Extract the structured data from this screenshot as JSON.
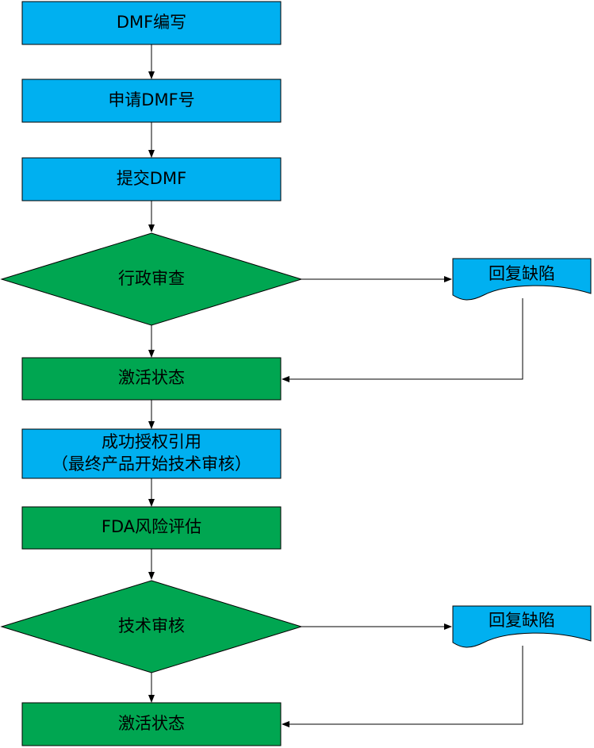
{
  "colors": {
    "blue_fill": "#00B0F0",
    "green_fill": "#00A651",
    "stroke": "#000000",
    "arrow": "#000000"
  },
  "nodes": {
    "dmf_writing": "DMF编写",
    "apply_dmf_number": "申请DMF号",
    "submit_dmf": "提交DMF",
    "admin_review": "行政审查",
    "reply_deficiency_1": "回复缺陷",
    "active_status_1": "激活状态",
    "authorized_reference_line1": "成功授权引用",
    "authorized_reference_line2": "（最终产品开始技术审核）",
    "fda_risk_assessment": "FDA风险评估",
    "technical_review": "技术审核",
    "reply_deficiency_2": "回复缺陷",
    "active_status_2": "激活状态"
  }
}
